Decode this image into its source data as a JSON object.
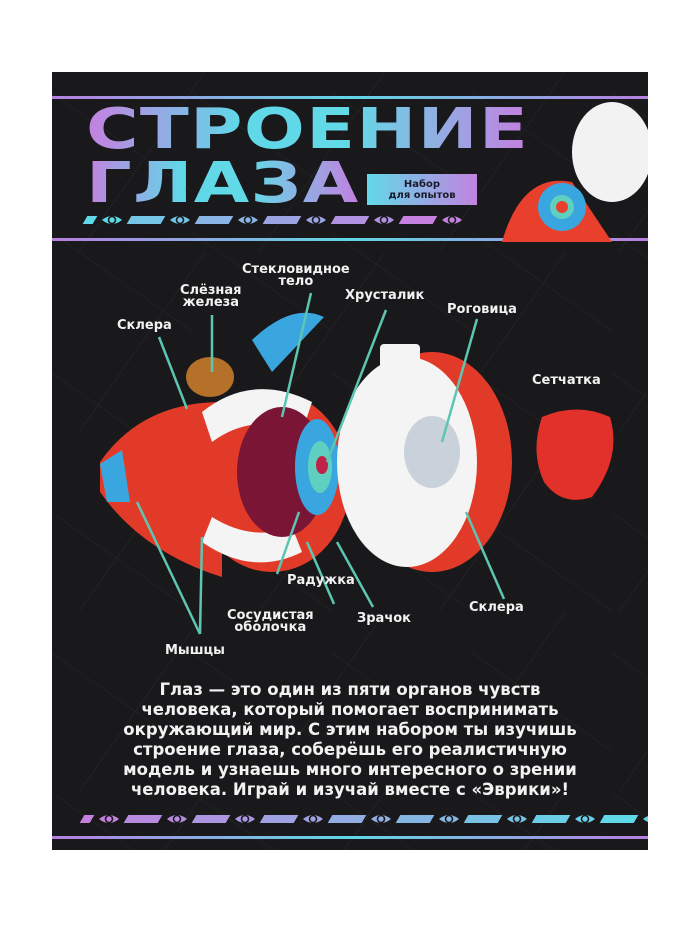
{
  "header": {
    "title_line1": "СТРОЕНИЕ",
    "title_line2": "ГЛАЗА",
    "badge_line1": "Набор",
    "badge_line2": "для опытов"
  },
  "labels": {
    "vitreous_line1": "Стекловидное",
    "vitreous_line2": "тело",
    "lacrimal_line1": "Слёзная",
    "lacrimal_line2": "железа",
    "sclera_left": "Склера",
    "lens": "Хрусталик",
    "cornea": "Роговица",
    "retina": "Сетчатка",
    "iris": "Радужка",
    "choroid_line1": "Сосудистая",
    "choroid_line2": "оболочка",
    "pupil": "Зрачок",
    "sclera_right": "Склера",
    "muscles": "Мышцы"
  },
  "description": [
    "Глаз — это один из пяти органов чувств",
    "человека, который помогает воспринимать",
    "окружающий мир. С этим набором ты изучишь",
    "строение глаза, соберёшь его реалистичную",
    "модель и узнаешь много интересного о зрении",
    "человека. Играй и изучай вместе с «Эврики»!"
  ],
  "colors": {
    "background": "#19191b",
    "accent_cyan": "#5fd8e8",
    "accent_purple": "#c580e0",
    "leader_line": "#5cc6b2",
    "model_red": "#e83a2a",
    "model_blue": "#3aa6e0"
  }
}
